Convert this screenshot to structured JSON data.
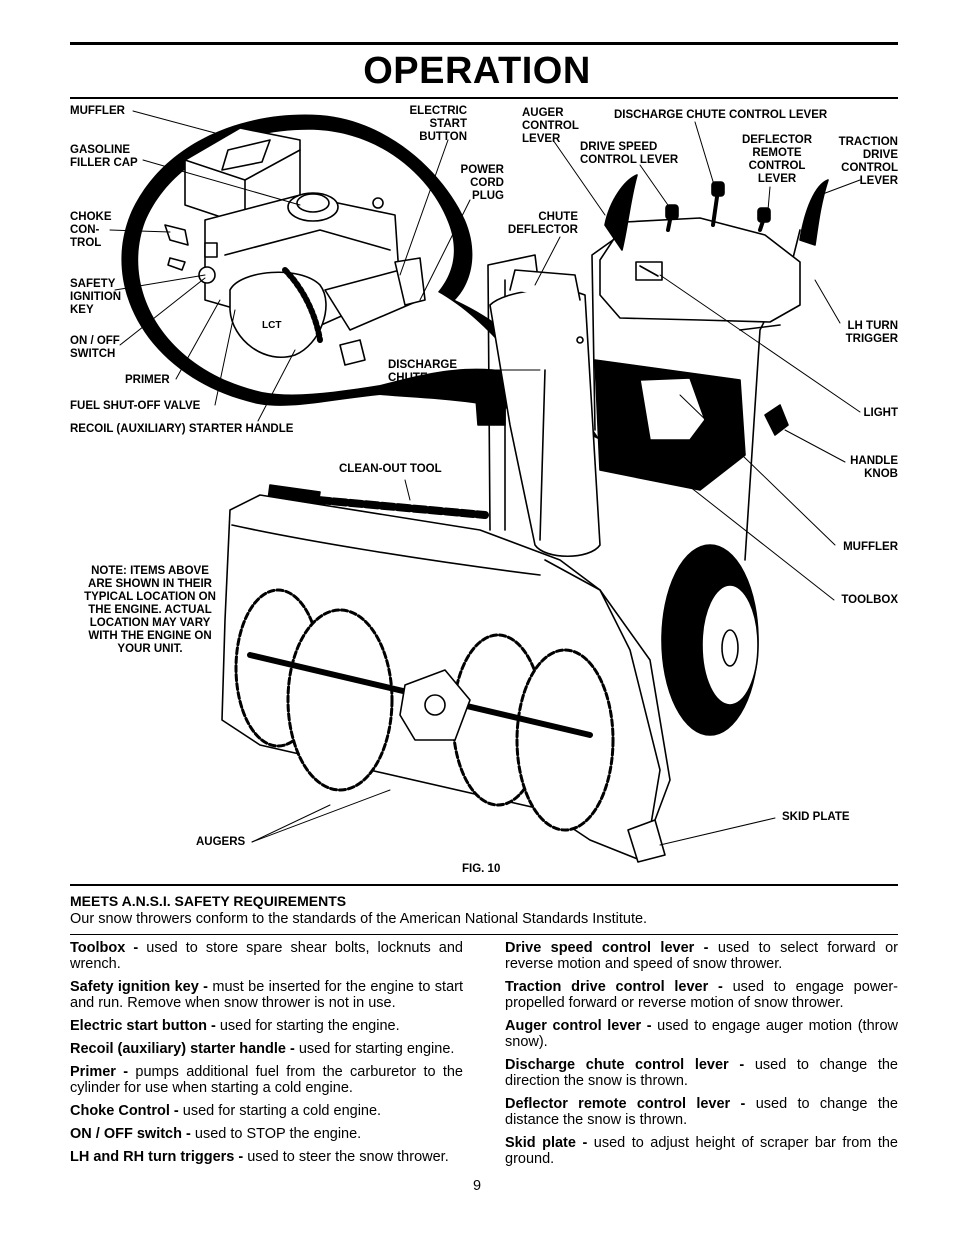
{
  "header": {
    "title": "OPERATION"
  },
  "figure": {
    "caption": "FIG. 10",
    "note": "NOTE: ITEMS ABOVE ARE SHOWN IN THEIR TYPICAL LOCATION ON THE ENGINE.  ACTUAL LOCATION MAY VARY WITH THE ENGINE ON YOUR UNIT.",
    "engine_logo_text": "LCT",
    "labels": {
      "muffler_top": "MUFFLER",
      "gasoline_filler_cap": "GASOLINE\nFILLER CAP",
      "choke_control": "CHOKE\nCON-\nTROL",
      "safety_ignition_key": "SAFETY\nIGNITION\nKEY",
      "on_off_switch": "ON / OFF\nSWITCH",
      "primer": "PRIMER",
      "fuel_shutoff_valve": "FUEL SHUT-OFF VALVE",
      "recoil_starter_handle": "RECOIL (AUXILIARY) STARTER HANDLE",
      "electric_start_button": "ELECTRIC\nSTART\nBUTTON",
      "power_cord_plug": "POWER\nCORD\nPLUG",
      "auger_control_lever": "AUGER\nCONTROL\nLEVER",
      "discharge_chute_control_lever": "DISCHARGE CHUTE CONTROL LEVER",
      "drive_speed_control_lever": "DRIVE SPEED\nCONTROL LEVER",
      "deflector_remote_control_lever": "DEFLECTOR\nREMOTE\nCONTROL\nLEVER",
      "traction_drive_control_lever": "TRACTION\nDRIVE\nCONTROL\nLEVER",
      "chute_deflector": "CHUTE\nDEFLECTOR",
      "discharge_chute": "DISCHARGE\nCHUTE",
      "lh_turn_trigger": "LH TURN\nTRIGGER",
      "light": "LIGHT",
      "handle_knob": "HANDLE\nKNOB",
      "muffler_right": "MUFFLER",
      "toolbox": "TOOLBOX",
      "clean_out_tool": "CLEAN-OUT TOOL",
      "skid_plate": "SKID PLATE",
      "augers": "AUGERS"
    }
  },
  "safety": {
    "heading": "MEETS A.N.S.I. SAFETY REQUIREMENTS",
    "text": "Our snow throwers conform to the standards of the American National Standards Institute."
  },
  "descriptions": {
    "left": [
      {
        "term": "Toolbox -",
        "text": "used to store spare shear bolts, locknuts and wrench."
      },
      {
        "term": "Safety ignition key -",
        "text": "must be inserted for the engine to start and run.  Remove when snow thrower is not in use."
      },
      {
        "term": "Electric start button -",
        "text": "used for starting the engine."
      },
      {
        "term": "Recoil (auxiliary) starter handle -",
        "text": "used for starting engine."
      },
      {
        "term": "Primer -",
        "text": "pumps additional fuel from the carburetor to the cylinder for use when starting a cold engine."
      },
      {
        "term": "Choke Control -",
        "text": "used for starting a cold engine."
      },
      {
        "term": "ON / OFF switch -",
        "text": "used to STOP the engine."
      },
      {
        "term": "LH and RH turn triggers -",
        "text": "used to steer the snow thrower."
      }
    ],
    "right": [
      {
        "term": "Drive speed control lever -",
        "text": "used to select forward or reverse motion and speed of snow thrower."
      },
      {
        "term": "Traction drive control lever -",
        "text": "used to engage power-propelled forward or reverse motion of snow thrower."
      },
      {
        "term": "Auger control lever -",
        "text": "used to engage auger motion (throw snow)."
      },
      {
        "term": "Discharge chute control lever -",
        "text": "used to change the direction the snow is thrown."
      },
      {
        "term": "Deflector remote control lever -",
        "text": "used to change the distance the snow is thrown."
      },
      {
        "term": "Skid plate -",
        "text": "used to adjust height of scraper bar from the ground."
      }
    ]
  },
  "footer": {
    "page_number": "9"
  }
}
